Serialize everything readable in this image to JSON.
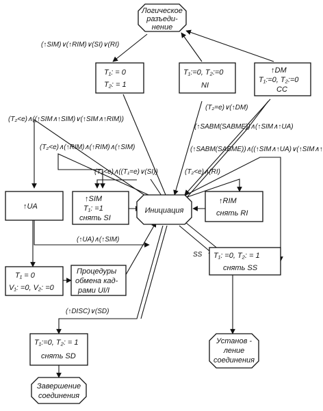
{
  "nodes": {
    "logical_separation": [
      "Логическое",
      "разъеди-",
      "нение"
    ],
    "box_t1_0_t2_1": [
      "T₁: = 0",
      "T₂: = 1"
    ],
    "box_ni": [
      "T₁:=0, T₂:=0",
      "NI"
    ],
    "box_dm": [
      "↑DM",
      "T₁:=0, T₂:=0",
      "CC"
    ],
    "box_ua": [
      "↑UA"
    ],
    "box_sim": [
      "↑SIM",
      "T₁: =1",
      "снять SI"
    ],
    "initiation": [
      "Инициация"
    ],
    "box_rim": [
      "↑RIM",
      "снять RI"
    ],
    "box_t1_0_v": [
      "T₁ = 0",
      "V₁: =0, V₂: =0"
    ],
    "procedures": [
      "Процедуры",
      "обмена кад-",
      "рами UI/I"
    ],
    "box_ss": [
      "T₁: =0, T₂: = 1",
      "снять SS"
    ],
    "box_sd": [
      "T₁:=0, T₂: = 1",
      "снять SD"
    ],
    "established": [
      "Установ -",
      "ление",
      "соединения"
    ],
    "completion": [
      "Завершение",
      "соединения"
    ]
  },
  "labels": {
    "top": "(↑SIM)∨(↑RIM)∨(SI)∨(RI)",
    "t2_dm": "(T₂=e)∨(↑DM)",
    "ua_line": "(T₂<e)∧((↑SIM∧↑SIM)∨(↑SIM∧↑RIM))",
    "rim_line": "(T₂<e)∧(↑RIM)∧(↑RIM)∧(↑SIM)",
    "sim_line": "(T₂<e)∧((T₁=e)∨(SI))",
    "sabm_right": "(↑SABM(SABME))∧(↑SIM∧↑UA)",
    "sabm_long": "(↑SABM(SABME))∧((↑SIM∧↑UA)∨(↑SIM∧↑RIM))",
    "t2_ri": "(T₂<e)∧(RI)",
    "ua_sim": "(↑UA)∧(↑SIM)",
    "ss": "SS",
    "disc_sd": "(↑DISC)∨(SD)"
  }
}
